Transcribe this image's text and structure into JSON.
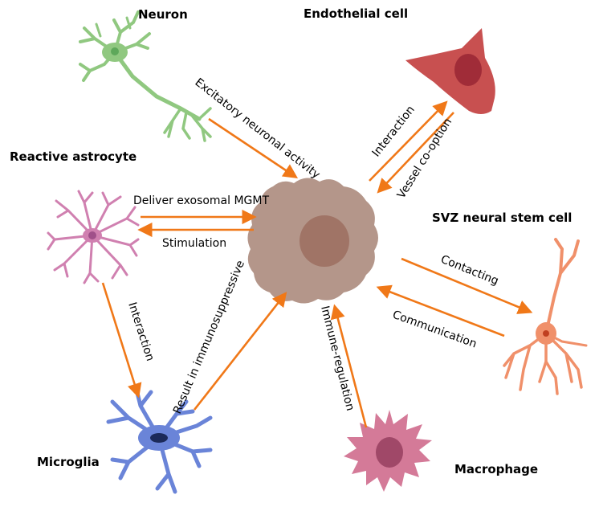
{
  "colors": {
    "arrow": "#f07818",
    "tumor_body": "#b4968a",
    "tumor_nucleus": "#a07466",
    "neuron": "#90c880",
    "endothelial": "#c85050",
    "astrocyte": "#d080b0",
    "microglia": "#6a84d8",
    "macrophage": "#d47a98",
    "stem_cell": "#f0906a"
  },
  "cells": {
    "neuron": "Neuron",
    "endothelial": "Endothelial cell",
    "astrocyte": "Reactive astrocyte",
    "stem_cell": "SVZ neural stem cell",
    "microglia": "Microglia",
    "macrophage": "Macrophage"
  },
  "interactions": {
    "neuron_to_tumor": "Excitatory neuronal activity",
    "tumor_to_endothelial": "Interaction",
    "endothelial_to_tumor": "Vessel co-option",
    "astrocyte_to_tumor": "Deliver exosomal MGMT",
    "tumor_to_astrocyte": "Stimulation",
    "tumor_to_stem": "Contacting",
    "stem_to_tumor": "Communication",
    "astrocyte_to_microglia": "Interaction",
    "microglia_to_tumor": "Result in immunosuppressive",
    "macrophage_to_tumor": "Immune-regulation"
  }
}
